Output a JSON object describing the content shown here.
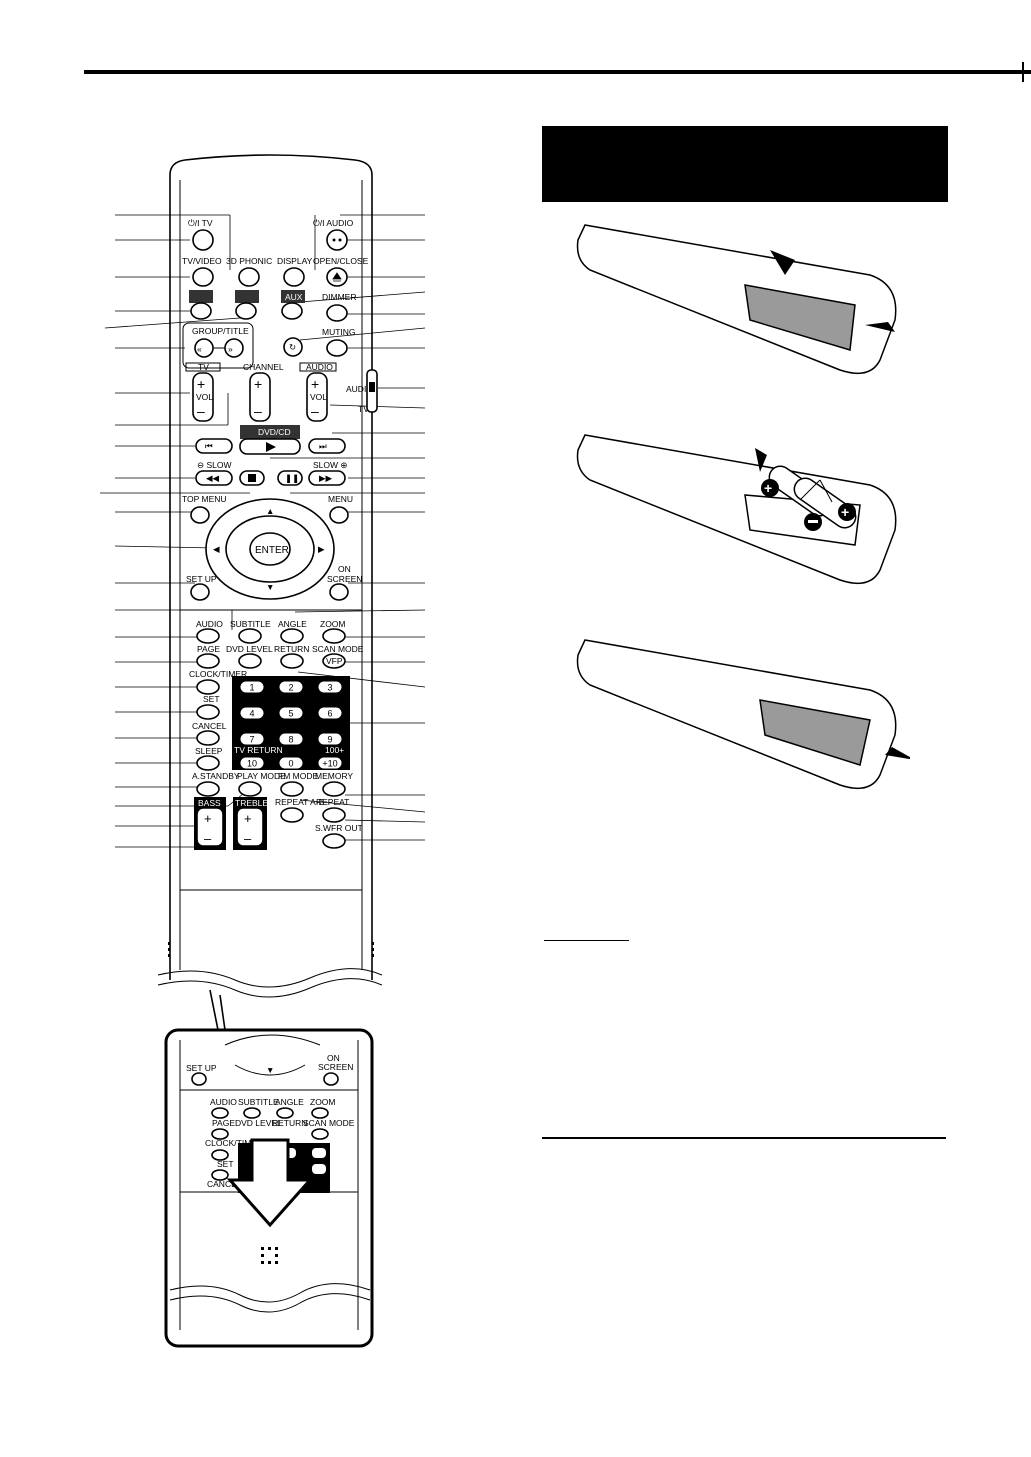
{
  "remote": {
    "labels": {
      "power_tv": "⏻/I TV",
      "power_audio": "⏻/I AUDIO",
      "tv_video": "TV/VIDEO",
      "phonic": "3D PHONIC",
      "display": "DISPLAY",
      "open_close": "OPEN/CLOSE",
      "aux": "AUX",
      "dimmer": "DIMMER",
      "muting": "MUTING",
      "group_title": "GROUP/TITLE",
      "tv": "TV",
      "channel": "CHANNEL",
      "audio_top": "AUDIO",
      "vol": "VOL",
      "audio_side": "AUDIO",
      "tv_side": "TV",
      "dvd_cd": "DVD/CD",
      "slow_minus": "⊖ SLOW",
      "slow_plus": "SLOW ⊕",
      "top_menu": "TOP MENU",
      "menu": "MENU",
      "enter": "ENTER",
      "set_up": "SET UP",
      "on": "ON",
      "screen": "SCREEN",
      "audio": "AUDIO",
      "subtitle": "SUBTITLE",
      "angle": "ANGLE",
      "zoom": "ZOOM",
      "page": "PAGE",
      "dvd_level": "DVD LEVEL",
      "return": "RETURN",
      "scan_mode": "SCAN MODE",
      "vfp": "VFP",
      "clock_timer": "CLOCK/TIMER",
      "set": "SET",
      "cancel": "CANCEL",
      "sleep": "SLEEP",
      "tv_return": "TV RETURN",
      "hundred_plus": "100+",
      "a_standby": "A.STANDBY",
      "play_mode": "PLAY MODE",
      "fm_mode": "FM MODE",
      "memory": "MEMORY",
      "bass": "BASS",
      "treble": "TREBLE",
      "repeat_ab": "REPEAT A-B",
      "repeat": "REPEAT",
      "swfr_out": "S.WFR OUT"
    },
    "keypad": [
      "1",
      "2",
      "3",
      "4",
      "5",
      "6",
      "7",
      "8",
      "9",
      "10",
      "0",
      "+10"
    ]
  },
  "colors": {
    "ink": "#000000",
    "paper": "#ffffff",
    "battery_cover": "#9a9a9a"
  }
}
